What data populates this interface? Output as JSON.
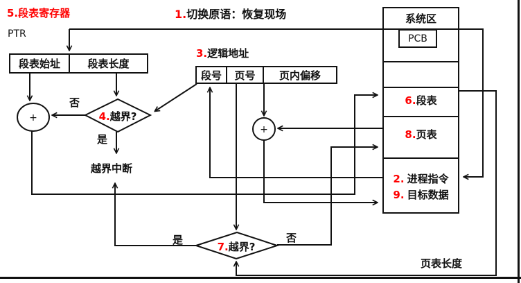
{
  "register": {
    "title": "5.段表寄存器",
    "ptr": "PTR",
    "start": "段表始址",
    "length": "段表长度"
  },
  "primitive": {
    "num": "1.",
    "text": "切换原语：恢复现场"
  },
  "logical_address": {
    "num": "3.",
    "text": "逻辑地址",
    "segment": "段号",
    "page": "页号",
    "offset": "页内偏移"
  },
  "memory": {
    "header": "系统区",
    "pcb": "PCB",
    "segtable": {
      "num": "6.",
      "text": "段表"
    },
    "pagetable": {
      "num": "8.",
      "text": "页表"
    },
    "instructions": {
      "num": "2.",
      "text": "进程指令"
    },
    "data": {
      "num": "9.",
      "text": "目标数据"
    }
  },
  "checks": {
    "segment": {
      "num": "4.",
      "text": "越界?",
      "no": "否",
      "yes": "是"
    },
    "page": {
      "num": "7.",
      "text": "越界?",
      "yes": "是",
      "no": "否"
    }
  },
  "interrupt": "越界中断",
  "pagetable_length": "页表长度",
  "adder": "+",
  "colors": {
    "accent_red": "#ff0000",
    "ink": "#111111"
  }
}
